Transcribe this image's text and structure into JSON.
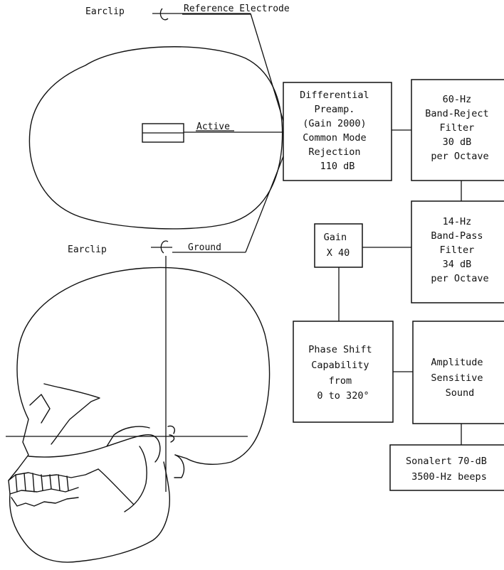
{
  "labels": {
    "earclip_top": "Earclip",
    "reference_electrode": "Reference Electrode",
    "active": "Active",
    "earclip_bottom": "Earclip",
    "ground": "Ground"
  },
  "blocks": {
    "preamp": [
      "Differential",
      "Preamp.",
      "(Gain 2000)",
      "Common Mode",
      "Rejection",
      "110 dB"
    ],
    "band_reject": [
      "60-Hz",
      "Band-Reject",
      "Filter",
      "30 dB",
      "per Octave"
    ],
    "band_pass": [
      "14-Hz",
      "Band-Pass",
      "Filter",
      "34 dB",
      "per Octave"
    ],
    "gain": [
      "Gain",
      "X 40"
    ],
    "phase_shift": [
      "Phase Shift",
      "Capability",
      "from",
      "0 to 320°"
    ],
    "amplitude": [
      "Amplitude",
      "Sensitive",
      "Sound"
    ],
    "sonalert": [
      "Sonalert 70-dB",
      "3500-Hz beeps"
    ]
  }
}
